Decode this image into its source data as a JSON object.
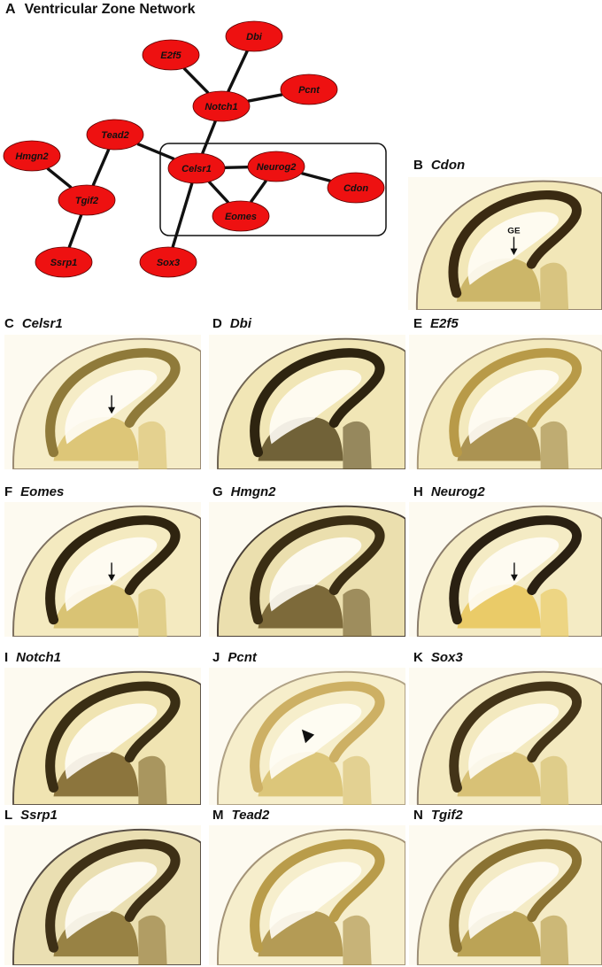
{
  "panel_a": {
    "letter": "A",
    "title": "Ventricular Zone Network",
    "colors": {
      "node_fill": "#ee1111",
      "node_stroke": "#550000",
      "edge": "#111111"
    },
    "nodes": [
      {
        "id": "dbi",
        "label": "Dbi"
      },
      {
        "id": "e2f5",
        "label": "E2f5"
      },
      {
        "id": "notch1",
        "label": "Notch1"
      },
      {
        "id": "pcnt",
        "label": "Pcnt"
      },
      {
        "id": "tead2",
        "label": "Tead2"
      },
      {
        "id": "hmgn2",
        "label": "Hmgn2"
      },
      {
        "id": "celsr1",
        "label": "Celsr1"
      },
      {
        "id": "neurog2",
        "label": "Neurog2"
      },
      {
        "id": "cdon",
        "label": "Cdon"
      },
      {
        "id": "tgif2",
        "label": "Tgif2"
      },
      {
        "id": "eomes",
        "label": "Eomes"
      },
      {
        "id": "ssrp1",
        "label": "Ssrp1"
      },
      {
        "id": "sox3",
        "label": "Sox3"
      }
    ],
    "edges": [
      [
        "e2f5",
        "notch1"
      ],
      [
        "dbi",
        "notch1"
      ],
      [
        "notch1",
        "pcnt"
      ],
      [
        "notch1",
        "celsr1"
      ],
      [
        "tead2",
        "celsr1"
      ],
      [
        "tead2",
        "tgif2"
      ],
      [
        "hmgn2",
        "tgif2"
      ],
      [
        "tgif2",
        "ssrp1"
      ],
      [
        "celsr1",
        "neurog2"
      ],
      [
        "celsr1",
        "eomes"
      ],
      [
        "celsr1",
        "sox3"
      ],
      [
        "neurog2",
        "eomes"
      ],
      [
        "neurog2",
        "cdon"
      ]
    ]
  },
  "panels": [
    {
      "id": "B",
      "letter": "B",
      "gene": "Cdon",
      "annotation": "GE",
      "marker": "arrow",
      "stain": {
        "vz": "#3a2a12",
        "gm": "#c6ad5a",
        "bg": "#f2e7b8",
        "edge": "#8a7a66"
      }
    },
    {
      "id": "C",
      "letter": "C",
      "gene": "Celsr1",
      "annotation": "",
      "marker": "arrow",
      "stain": {
        "vz": "#8f7a3a",
        "gm": "#d8c06a",
        "bg": "#f5ecc6",
        "edge": "#9a8a72"
      }
    },
    {
      "id": "D",
      "letter": "D",
      "gene": "Dbi",
      "annotation": "",
      "marker": "none",
      "stain": {
        "vz": "#2e2410",
        "gm": "#5a4a22",
        "bg": "#f1e6b6",
        "edge": "#6f6452"
      }
    },
    {
      "id": "E",
      "letter": "E",
      "gene": "E2f5",
      "annotation": "",
      "marker": "none",
      "stain": {
        "vz": "#b89a48",
        "gm": "#9d8440",
        "bg": "#f3e9bd",
        "edge": "#a89878"
      }
    },
    {
      "id": "F",
      "letter": "F",
      "gene": "Eomes",
      "annotation": "",
      "marker": "arrow",
      "stain": {
        "vz": "#2f2410",
        "gm": "#d4bc66",
        "bg": "#f4eac0",
        "edge": "#7d7060"
      }
    },
    {
      "id": "G",
      "letter": "G",
      "gene": "Hmgn2",
      "annotation": "",
      "marker": "none",
      "stain": {
        "vz": "#3b2e14",
        "gm": "#6a5626",
        "bg": "#ebdfae",
        "edge": "#4a4036"
      }
    },
    {
      "id": "H",
      "letter": "H",
      "gene": "Neurog2",
      "annotation": "",
      "marker": "arrow",
      "stain": {
        "vz": "#2a2012",
        "gm": "#e8c658",
        "bg": "#f4ebc4",
        "edge": "#8a7c6a"
      }
    },
    {
      "id": "I",
      "letter": "I",
      "gene": "Notch1",
      "annotation": "",
      "marker": "none",
      "stain": {
        "vz": "#3a2e14",
        "gm": "#7a6228",
        "bg": "#f0e4b2",
        "edge": "#5f554a"
      }
    },
    {
      "id": "J",
      "letter": "J",
      "gene": "Pcnt",
      "annotation": "",
      "marker": "arrowhead",
      "stain": {
        "vz": "#cdb064",
        "gm": "#d7be6c",
        "bg": "#f6eecb",
        "edge": "#b0a286"
      }
    },
    {
      "id": "K",
      "letter": "K",
      "gene": "Sox3",
      "annotation": "",
      "marker": "none",
      "stain": {
        "vz": "#433418",
        "gm": "#d2ba68",
        "bg": "#f3e9bf",
        "edge": "#8c7e6c"
      }
    },
    {
      "id": "L",
      "letter": "L",
      "gene": "Ssrp1",
      "annotation": "",
      "marker": "none",
      "stain": {
        "vz": "#3e3016",
        "gm": "#8a7230",
        "bg": "#eadfb2",
        "edge": "#5a5046"
      }
    },
    {
      "id": "M",
      "letter": "M",
      "gene": "Tead2",
      "annotation": "",
      "marker": "none",
      "stain": {
        "vz": "#b99c4a",
        "gm": "#a88c40",
        "bg": "#f6eecc",
        "edge": "#a49478"
      }
    },
    {
      "id": "N",
      "letter": "N",
      "gene": "Tgif2",
      "annotation": "",
      "marker": "none",
      "stain": {
        "vz": "#8a7232",
        "gm": "#b09642",
        "bg": "#f4ebc6",
        "edge": "#9c8e76"
      }
    }
  ]
}
